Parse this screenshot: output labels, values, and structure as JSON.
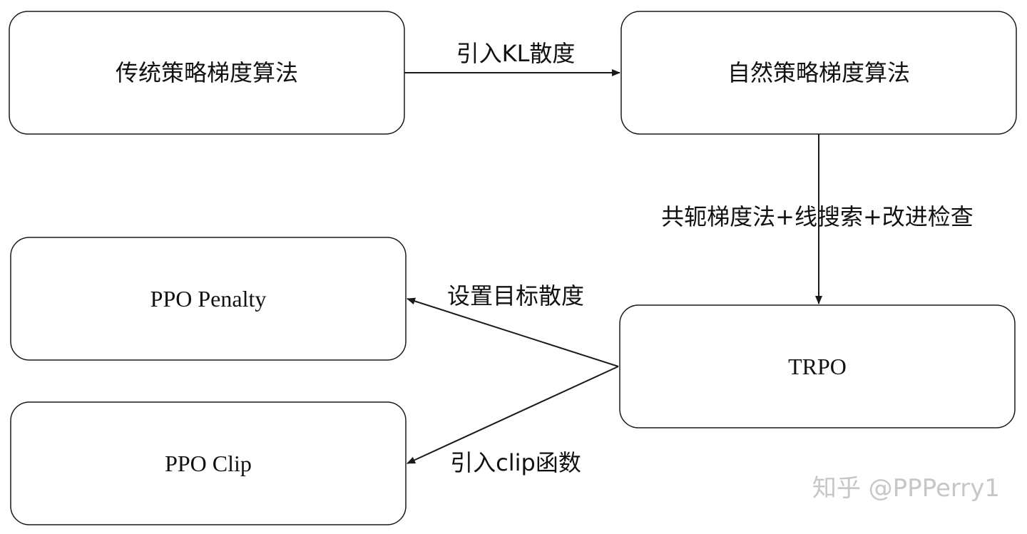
{
  "diagram": {
    "nodes": {
      "traditional": "传统策略梯度算法",
      "natural": "自然策略梯度算法",
      "trpo": "TRPO",
      "ppo_penalty": "PPO Penalty",
      "ppo_clip": "PPO Clip"
    },
    "edges": {
      "traditional_to_natural": "引入KL散度",
      "natural_to_trpo": "共轭梯度法+线搜索+改进检查",
      "trpo_to_ppo_penalty": "设置目标散度",
      "trpo_to_ppo_clip": "引入clip函数"
    }
  },
  "watermark": "知乎 @PPPerry1"
}
